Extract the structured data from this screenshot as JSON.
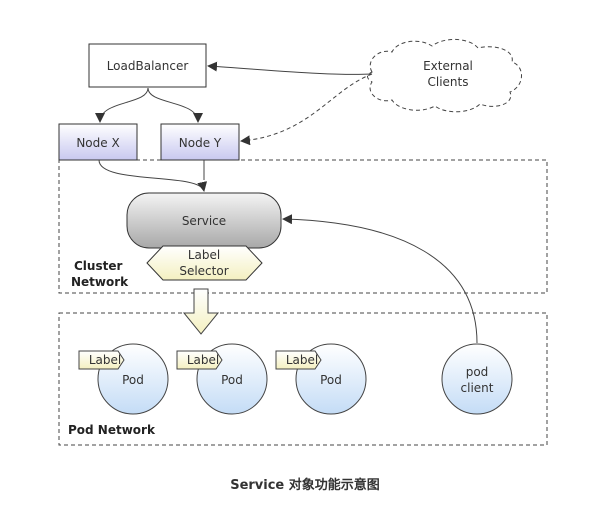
{
  "diagram": {
    "title": "Service 对象功能示意图",
    "load_balancer": "LoadBalancer",
    "external_clients": [
      "External",
      "Clients"
    ],
    "nodes": [
      "Node X",
      "Node Y"
    ],
    "cluster_network": [
      "Cluster",
      "Network"
    ],
    "service": "Service",
    "label_selector": [
      "Label",
      "Selector"
    ],
    "pod_network": "Pod Network",
    "pods": [
      {
        "label": "Label",
        "name": "Pod"
      },
      {
        "label": "Label",
        "name": "Pod"
      },
      {
        "label": "Label",
        "name": "Pod"
      }
    ],
    "pod_client": [
      "pod",
      "client"
    ]
  }
}
